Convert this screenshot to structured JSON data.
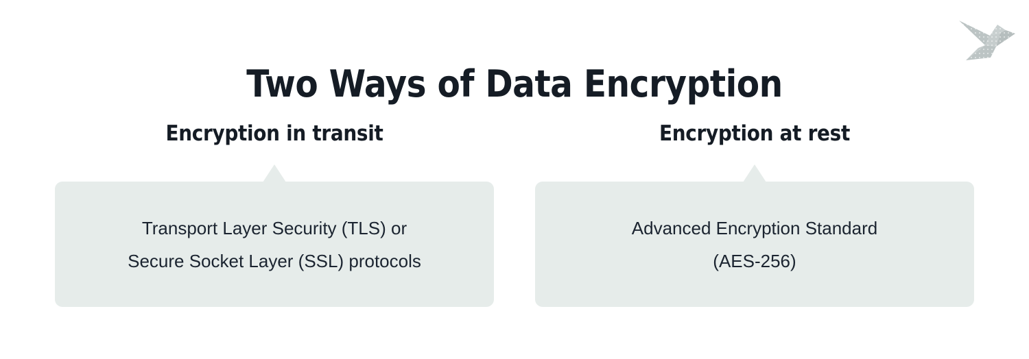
{
  "page": {
    "title": "Two Ways of Data Encryption",
    "background_color": "#ffffff",
    "text_color": "#151c25",
    "card_color": "#e6ecea",
    "logo_color": "#bcc4c4"
  },
  "logo": {
    "name": "origami-bird-logo",
    "alt": "origami paper bird"
  },
  "columns": [
    {
      "heading": "Encryption in transit",
      "body_lines": [
        "Transport Layer Security (TLS) or",
        "Secure Socket Layer (SSL) protocols"
      ],
      "body": "Transport Layer Security (TLS) or Secure Socket Layer (SSL) protocols"
    },
    {
      "heading": "Encryption at rest",
      "body_lines": [
        "Advanced Encryption Standard",
        "(AES-256)"
      ],
      "body": "Advanced Encryption Standard (AES-256)"
    }
  ]
}
